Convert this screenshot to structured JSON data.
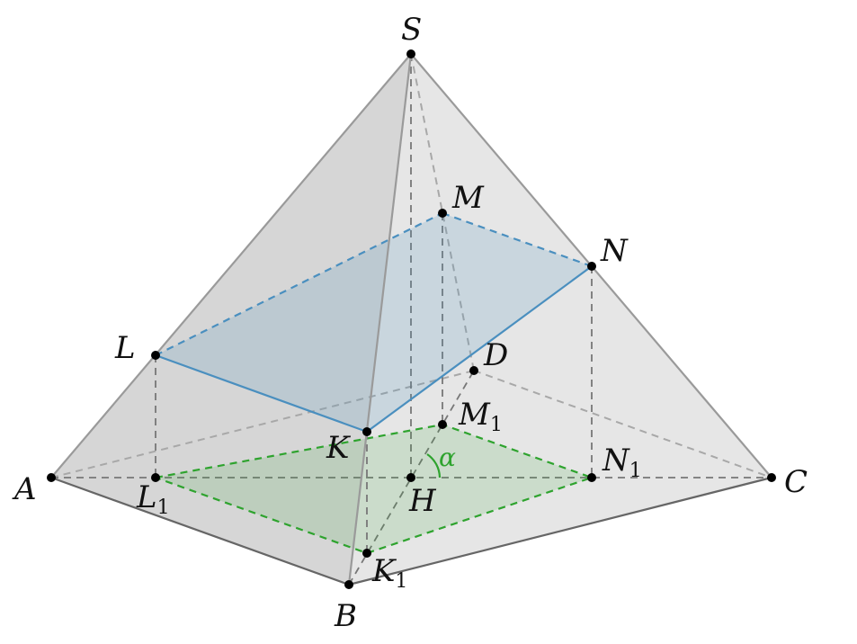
{
  "figure": {
    "points": {
      "S": {
        "text": "S"
      },
      "A": {
        "text": "A"
      },
      "B": {
        "text": "B"
      },
      "C": {
        "text": "C"
      },
      "D": {
        "text": "D"
      },
      "H": {
        "text": "H"
      },
      "L": {
        "text": "L"
      },
      "M": {
        "text": "M"
      },
      "N": {
        "text": "N"
      },
      "K": {
        "text": "K"
      },
      "L1": {
        "text": "L",
        "sub": "1"
      },
      "M1": {
        "text": "M",
        "sub": "1"
      },
      "N1": {
        "text": "N",
        "sub": "1"
      },
      "K1": {
        "text": "K",
        "sub": "1"
      }
    },
    "angle_label": "α",
    "colors": {
      "edge": "#9a9a9a",
      "hidden_edge": "#a8a8a8",
      "section_plane": "#4a8fbf",
      "projection": "#2ea32e",
      "face_fill": "#d9d9d9"
    }
  }
}
